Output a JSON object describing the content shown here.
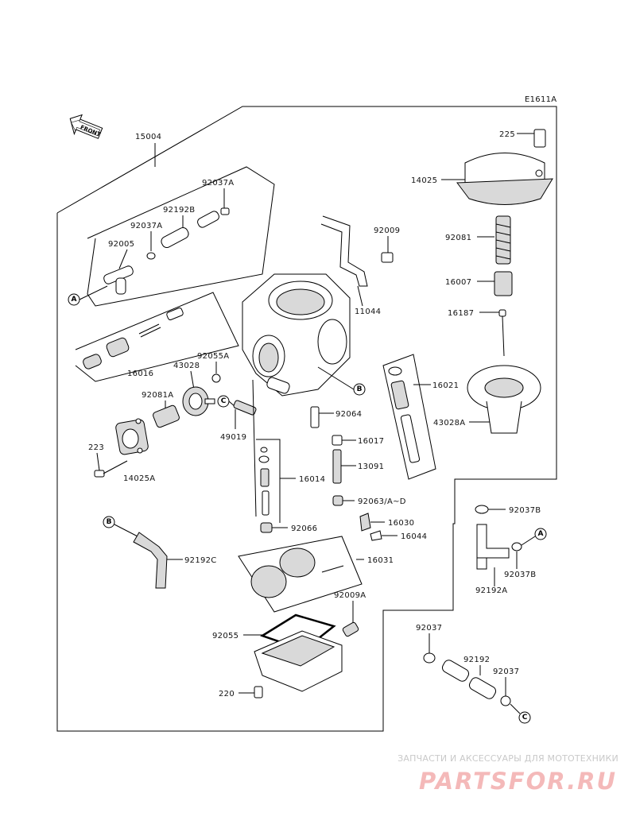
{
  "diagram_code": "E1611A",
  "front_arrow": {
    "label": "FRONT"
  },
  "labels": {
    "p15004": "15004",
    "p225": "225",
    "p14025": "14025",
    "p92081": "92081",
    "p16007": "16007",
    "p16187": "16187",
    "p92037A_1": "92037A",
    "p92192B": "92192B",
    "p92037A_2": "92037A",
    "p92005": "92005",
    "p92009": "92009",
    "p11044": "11044",
    "p16016": "16016",
    "p92055A": "92055A",
    "p43028": "43028",
    "p92081A": "92081A",
    "p223": "223",
    "p14025A": "14025A",
    "p49019": "49019",
    "p16021": "16021",
    "p43028A": "43028A",
    "p92064": "92064",
    "p16017": "16017",
    "p13091": "13091",
    "p16014": "16014",
    "p92063": "92063/A~D",
    "p92066": "92066",
    "p16030": "16030",
    "p16044": "16044",
    "p16031": "16031",
    "p92192C": "92192C",
    "p92037B_1": "92037B",
    "p92037B_2": "92037B",
    "p92192A": "92192A",
    "p92009A": "92009A",
    "p92055": "92055",
    "p220": "220",
    "p92037": "92037",
    "p92192": "92192",
    "p92037_2": "92037"
  },
  "callouts": {
    "a1": "A",
    "a2": "A",
    "b1": "B",
    "b2": "B",
    "c1": "C",
    "c2": "C"
  },
  "watermark": {
    "caption": "ЗАПЧАСТИ И АКСЕССУАРЫ ДЛЯ МОТОТЕХНИКИ",
    "logo": "PARTSFOR.RU"
  }
}
